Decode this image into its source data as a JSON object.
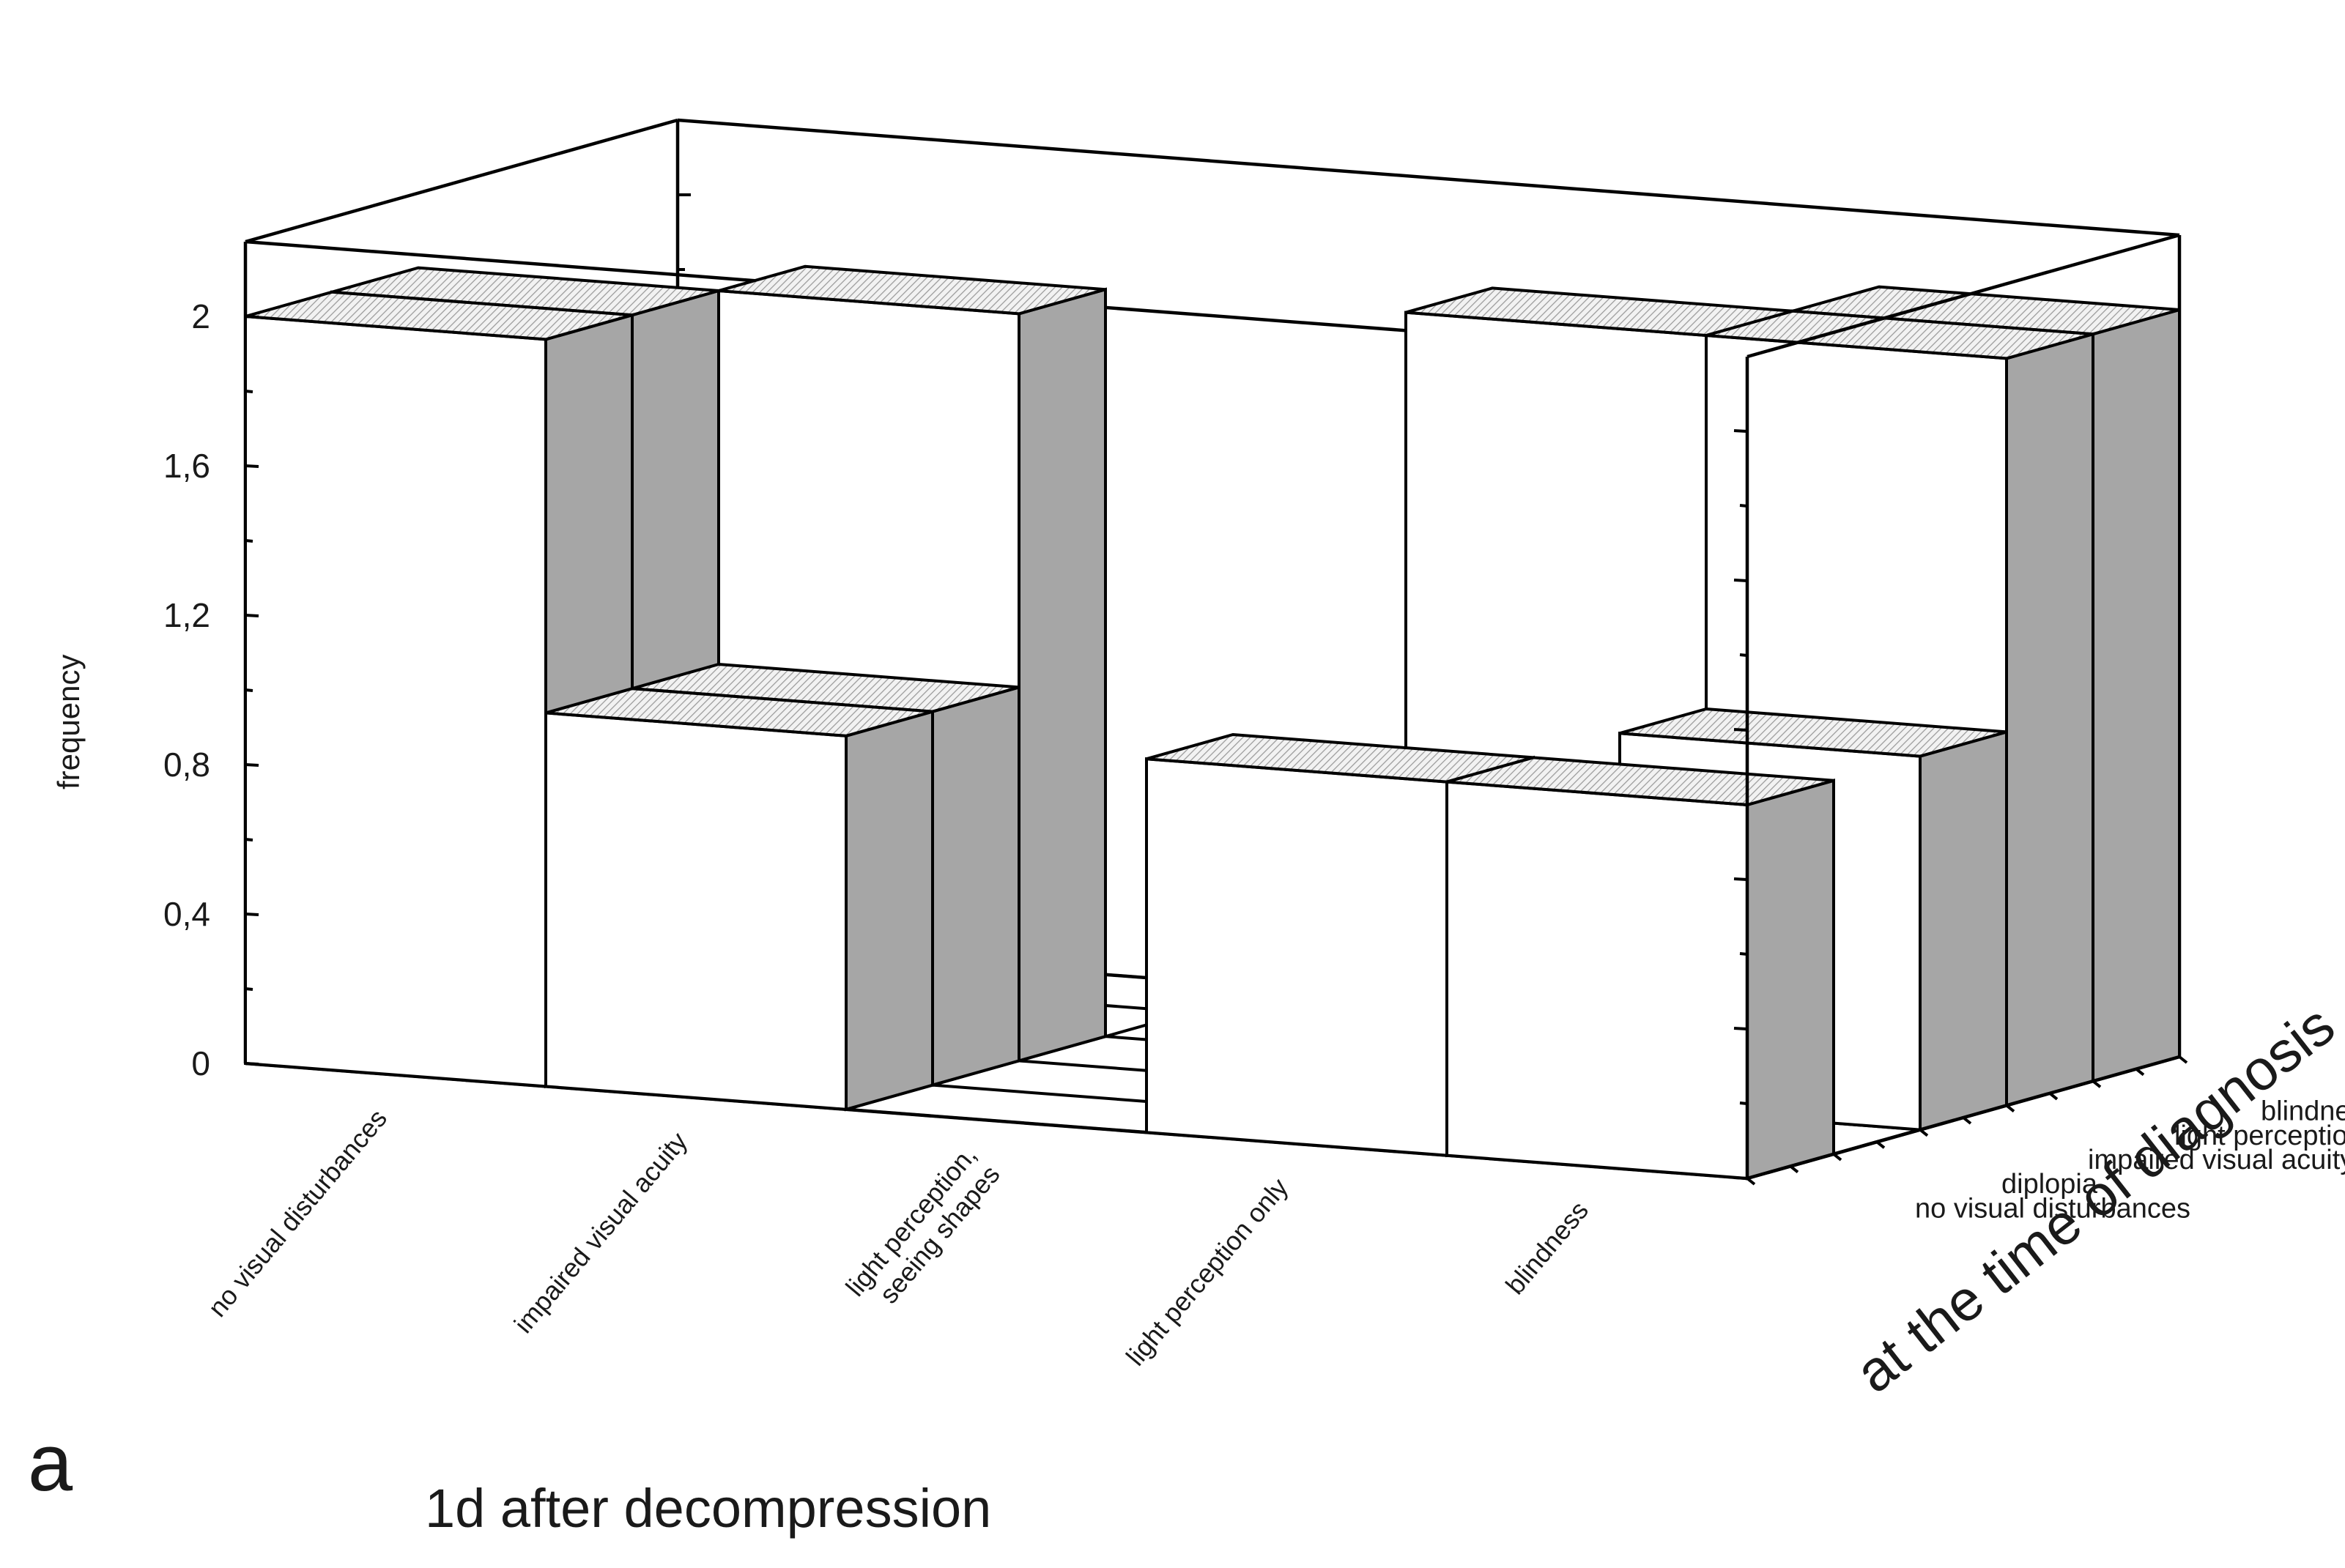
{
  "panel_label": "a",
  "chart_data": {
    "type": "bar3d",
    "ylabel": "frequency",
    "xlabel": "1d after decompression",
    "zlabel": "at the time of diagnosis",
    "y_ticks": [
      "0",
      "0,4",
      "0,8",
      "1,2",
      "1,6",
      "2"
    ],
    "ylim": [
      0,
      2.2
    ],
    "x_categories": [
      "no visual disturbances",
      "impaired visual acuity",
      "light perception,\nseeing shapes",
      "light perception only",
      "blindness"
    ],
    "z_categories": [
      "no visual disturbances",
      "diplopia",
      "impaired visual acuity",
      "light perception only",
      "blindness"
    ],
    "bars": [
      {
        "x": "no visual disturbances",
        "z": "no visual disturbances",
        "value": 2
      },
      {
        "x": "no visual disturbances",
        "z": "diplopia",
        "value": 2
      },
      {
        "x": "impaired visual acuity",
        "z": "no visual disturbances",
        "value": 1
      },
      {
        "x": "impaired visual acuity",
        "z": "diplopia",
        "value": 1
      },
      {
        "x": "impaired visual acuity",
        "z": "impaired visual acuity",
        "value": 2
      },
      {
        "x": "light perception only",
        "z": "no visual disturbances",
        "value": 1
      },
      {
        "x": "light perception only",
        "z": "light perception only",
        "value": 2
      },
      {
        "x": "blindness",
        "z": "no visual disturbances",
        "value": 1
      },
      {
        "x": "blindness",
        "z": "impaired visual acuity",
        "value": 1
      },
      {
        "x": "blindness",
        "z": "light perception only",
        "value": 2
      },
      {
        "x": "blindness",
        "z": "blindness",
        "value": 2
      }
    ]
  }
}
